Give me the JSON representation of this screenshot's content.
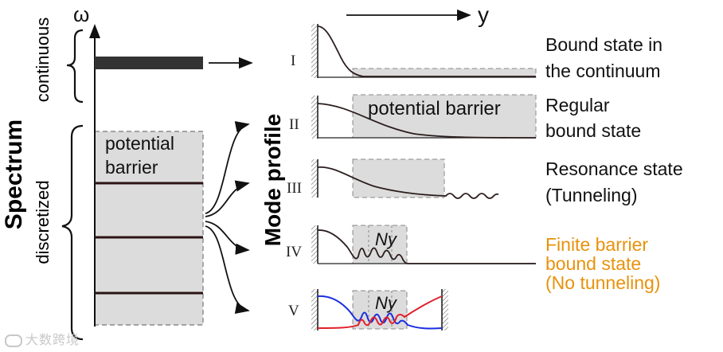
{
  "axis": {
    "omega": "ω",
    "y": "y"
  },
  "left": {
    "spectrum": "Spectrum",
    "continuous": "continuous",
    "discretized": "discretized",
    "barrier_line1": "potential",
    "barrier_line2": "barrier"
  },
  "middle": {
    "mode_profile": "Mode profile"
  },
  "panels": [
    {
      "roman": "I",
      "label_lines": [
        "Bound state in",
        "the continuum"
      ],
      "color": "#111111"
    },
    {
      "roman": "II",
      "label_lines": [
        "Regular",
        "bound state"
      ],
      "barrier_text": "potential barrier",
      "color": "#111111"
    },
    {
      "roman": "III",
      "label_lines": [
        "Resonance state",
        "(Tunneling)"
      ],
      "color": "#111111"
    },
    {
      "roman": "IV",
      "label_lines": [
        "Finite barrier",
        "bound state",
        "(No tunneling)"
      ],
      "ny": "Ny",
      "color": "#e8920c"
    },
    {
      "roman": "V",
      "ny": "Ny"
    }
  ],
  "watermark": "大数跨境",
  "colors": {
    "barrier": "#dcdcdc",
    "curve": "#2b1d1d",
    "blue": "#1a2ee0",
    "red": "#e0202a",
    "orange": "#e8920c"
  }
}
